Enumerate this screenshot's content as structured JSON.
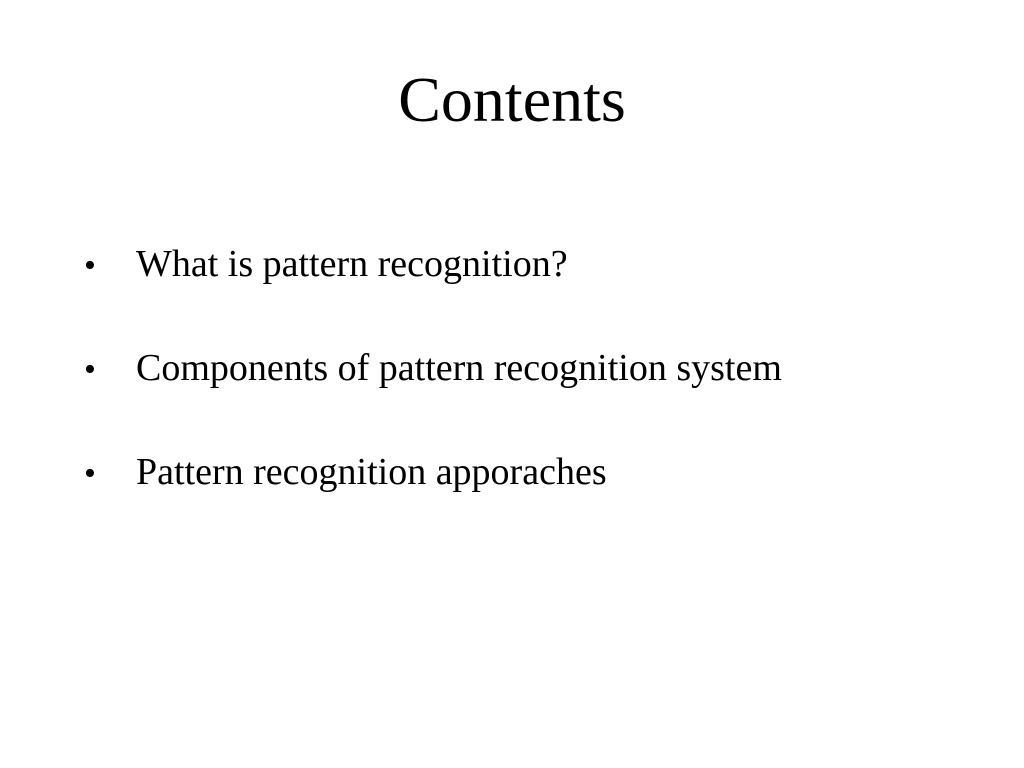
{
  "slide": {
    "title": "Contents",
    "bullet_glyph": "•",
    "items": [
      {
        "text": "What is pattern recognition?"
      },
      {
        "text": "Components of pattern recognition system"
      },
      {
        "text": "Pattern recognition apporaches"
      }
    ]
  }
}
